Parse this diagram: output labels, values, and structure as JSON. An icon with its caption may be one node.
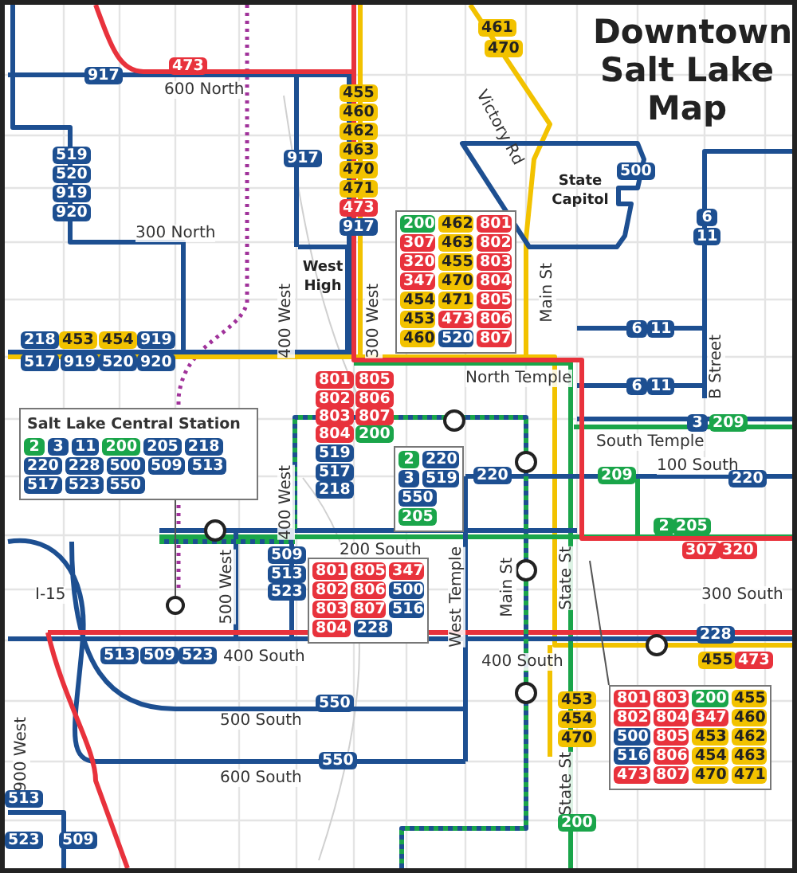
{
  "diagram": {
    "title": "Downtown Salt Lake Map",
    "nodes": [
      {
        "text": [
          "200",
          "462",
          "801",
          "307",
          "463",
          "802",
          "320",
          "455",
          "803",
          "347",
          "470",
          "804",
          "454",
          "471",
          "805",
          "453",
          "473",
          "806",
          "460",
          "520",
          "807"
        ]
      },
      {
        "text": [
          "Salt Lake Central Station",
          "2",
          "3",
          "11",
          "200",
          "205",
          "218",
          "220",
          "228",
          "500",
          "509",
          "513",
          "517",
          "523",
          "550"
        ]
      },
      {
        "text": [
          "2",
          "220",
          "3",
          "519",
          "550",
          "205"
        ]
      },
      {
        "text": [
          "801",
          "805",
          "347",
          "802",
          "806",
          "500",
          "803",
          "807",
          "516",
          "804",
          "228"
        ]
      },
      {
        "text": [
          "801",
          "803",
          "200",
          "455",
          "802",
          "804",
          "347",
          "460",
          "500",
          "805",
          "453",
          "462",
          "516",
          "806",
          "454",
          "463",
          "473",
          "807",
          "470",
          "471"
        ]
      },
      {
        "text": [],
        "shape": "circle"
      }
    ],
    "edges": [
      {
        "from": 1,
        "to": 5,
        "arrow": "none"
      },
      {
        "from": 4,
        "to": null,
        "arrow": "none"
      }
    ],
    "labels": [
      "473",
      "917",
      "600 North",
      "455",
      "460",
      "462",
      "463",
      "470",
      "471",
      "473",
      "917",
      "519",
      "917",
      "520",
      "919",
      "920",
      "300 North",
      "West High",
      "400 West",
      "300 West",
      "461",
      "470",
      "Victory Rd",
      "State Capitol",
      "500",
      "6",
      "11",
      "Main St",
      "218",
      "453",
      "454",
      "919",
      "517",
      "919",
      "520",
      "920",
      "801",
      "805",
      "802",
      "806",
      "803",
      "807",
      "804",
      "200",
      "519",
      "517",
      "218",
      "6",
      "11",
      "B Street",
      "North Temple",
      "6",
      "11",
      "3",
      "209",
      "South Temple",
      "400 West",
      "100 South",
      "220",
      "209",
      "220",
      "2",
      "205",
      "509",
      "200 South",
      "307",
      "320",
      "513",
      "500 West",
      "West Temple",
      "Main St",
      "State St",
      "I-15",
      "523",
      "300 South",
      "513",
      "509",
      "523",
      "400 South",
      "228",
      "400 South",
      "455",
      "473",
      "550",
      "453",
      "500 South",
      "454",
      "470",
      "550",
      "600 South",
      "900 West",
      "State St",
      "513",
      "200",
      "523",
      "509"
    ]
  }
}
